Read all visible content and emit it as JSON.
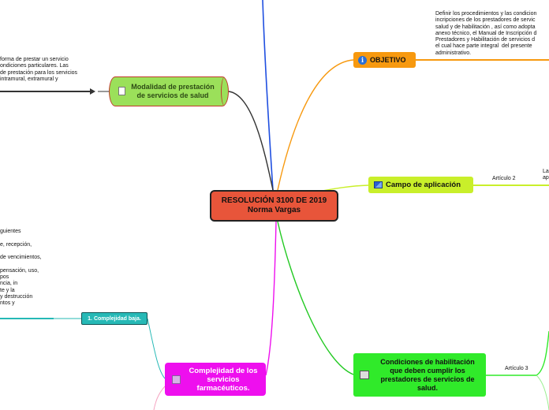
{
  "central": {
    "line1": "RESOLUCIÓN 3100 DE 2019",
    "line2": "Norma Vargas"
  },
  "modalidad": {
    "line1": "Modalidad de prestación",
    "line2": "de servicios de salud",
    "note": "forma de prestar un servicio\nondiciones particulares. Las\nde prestación para los servicios\nintramural, extramural y"
  },
  "objetivo": {
    "label": "OBJETIVO",
    "text": "Definir los procedimientos y las condicion\nincripciones de los prestadores de servic\nsalud y de habilitación , así como adopta\nanexo técnico, el Manual de Inscripción d\nPrestadores y Habilitación de servicios d\nel cual hace parte integral  del presente\nadministrativo."
  },
  "campo": {
    "label": "Campo de aplicación",
    "articulo": "Artículo 2",
    "cut": "La\nap"
  },
  "condiciones": {
    "line1": "Condiciones de habilitación",
    "line2": "que deben cumplir los",
    "line3": "prestadores de servicios de",
    "line4": "salud.",
    "articulo": "Artículo 3"
  },
  "complejidad": {
    "line1": "Complejidad de los",
    "line2": "servicios",
    "line3": "farmacéuticos."
  },
  "baja": {
    "label": "1. Complejidad baja.",
    "text": "guientes\n\ne, recepción,\n\nde vencimientos,\n\npensación, uso,\npos\nncia, in\nte y la\ny destrucción\nntos y"
  },
  "icons": {
    "objetivo": "info-icon",
    "modalidad": "document-icon",
    "campo": "flag-icon",
    "condiciones": "notebook-icon",
    "complejidad": "cube-icon",
    "objetivo_glyph": "i"
  },
  "colors": {
    "central": "#e8553a",
    "modalidad": "#9be05a",
    "objetivo": "#f7990f",
    "campo": "#c9ef2a",
    "condiciones": "#30ea2a",
    "complejidad": "#ee0fee",
    "baja": "#26b9b6"
  }
}
